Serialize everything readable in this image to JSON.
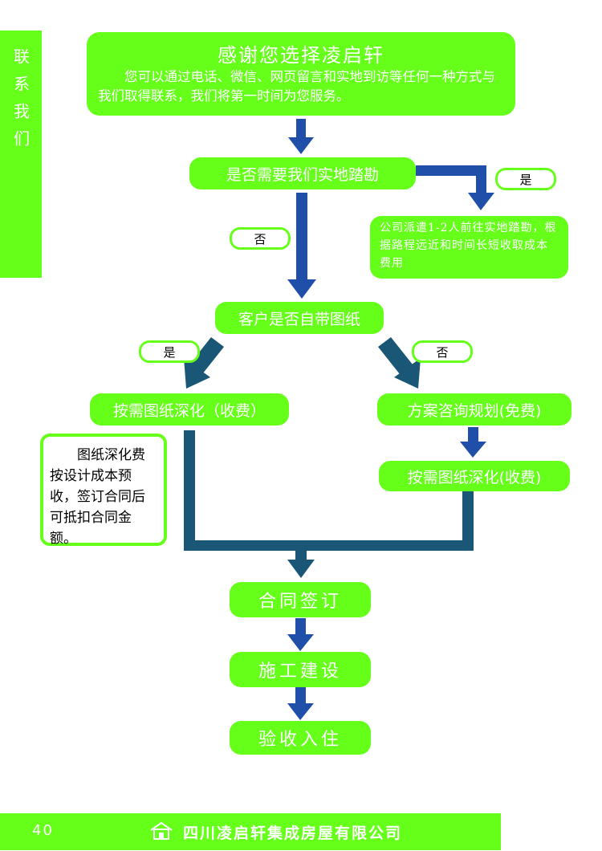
{
  "side_tab": {
    "label": "联系我们"
  },
  "intro": {
    "title": "感谢您选择凌启轩",
    "body": "您可以通过电话、微信、网页留言和实地到访等任何一种方式与我们取得联系，我们将第一时间为您服务。"
  },
  "survey_question": "是否需要我们实地踏勘",
  "survey_yes": "是",
  "survey_no": "否",
  "survey_note": "公司派遣1-2人前往实地踏勘，根据路程远近和时间长短收取成本费用",
  "drawing_question": "客户是否自带图纸",
  "drawing_yes": "是",
  "drawing_no": "否",
  "left_branch": "按需图纸深化（收费）",
  "right_branch_1": "方案咨询规划(免费)",
  "right_branch_2": "按需图纸深化(收费)",
  "fee_note": "图纸深化费按设计成本预收，签订合同后可抵扣合同金额。",
  "steps": {
    "contract": "合同签订",
    "construction": "施工建设",
    "acceptance": "验收入住"
  },
  "footer": {
    "page_number": "40",
    "company": "四川凌启轩集成房屋有限公司"
  },
  "colors": {
    "green": "#66ff1a",
    "blue_arrow": "#1f4fa8",
    "teal_arrow": "#1a5676"
  }
}
